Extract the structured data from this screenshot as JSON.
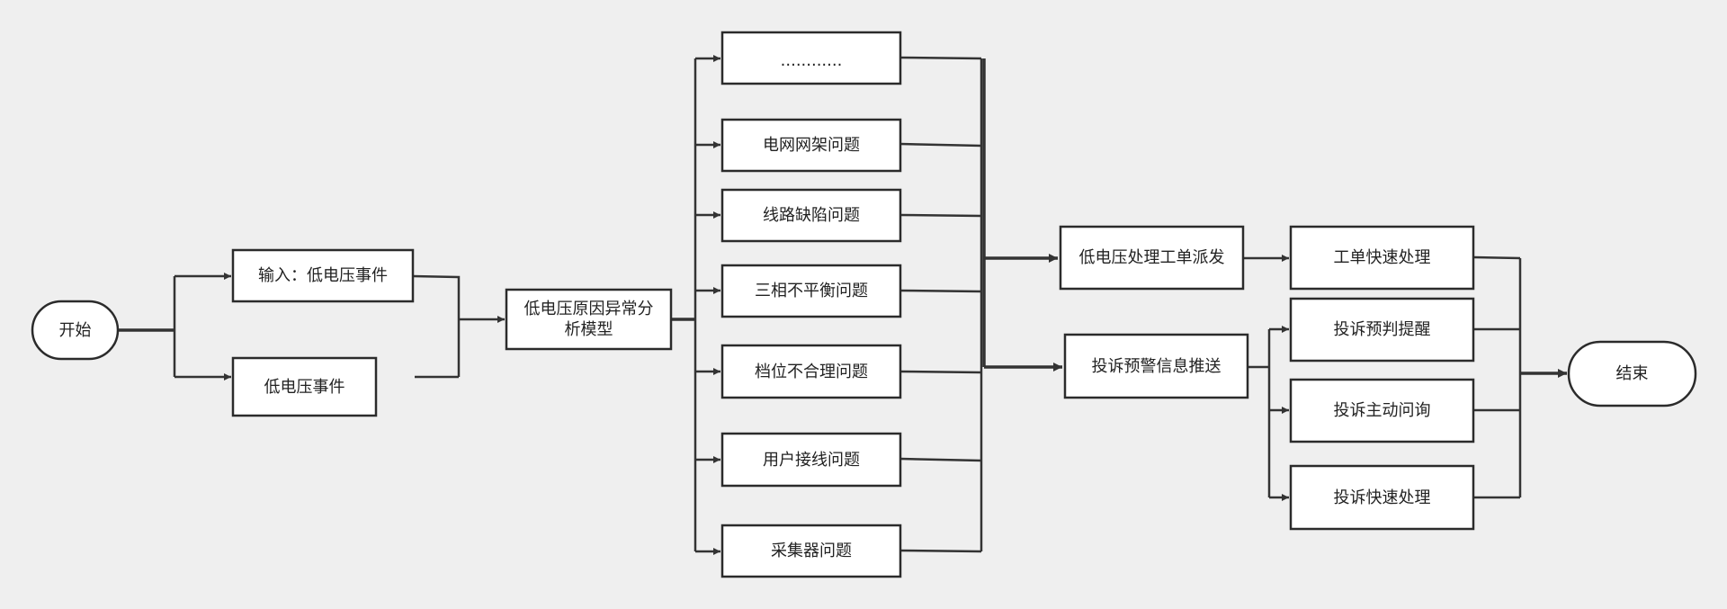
{
  "nodes": {
    "start": "开始",
    "input_event": "输入：低电压事件",
    "low_voltage_event": "低电压事件",
    "model_line1": "低电压原因异常分",
    "model_line2": "析模型",
    "ellipsis": "............",
    "grid_structure": "电网网架问题",
    "line_defect": "线路缺陷问题",
    "phase_imbalance": "三相不平衡问题",
    "tap_unreasonable": "档位不合理问题",
    "user_wiring": "用户接线问题",
    "collector": "采集器问题",
    "work_order_dispatch": "低电压处理工单派发",
    "complaint_warning_push": "投诉预警信息推送",
    "work_order_fast": "工单快速处理",
    "complaint_predict": "投诉预判提醒",
    "complaint_inquiry": "投诉主动问询",
    "complaint_fast": "投诉快速处理",
    "end": "结束"
  }
}
